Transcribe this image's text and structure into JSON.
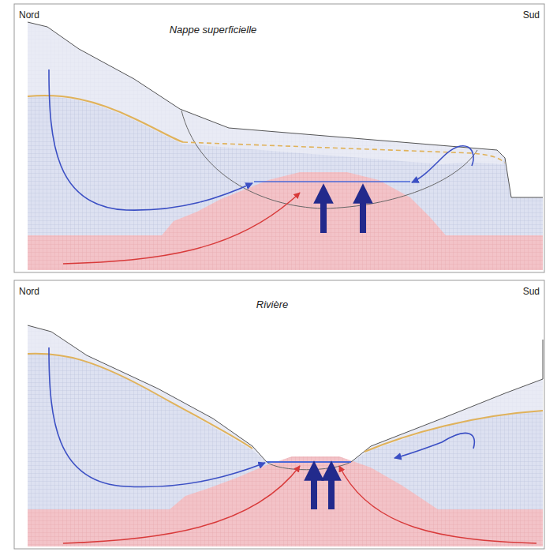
{
  "diagram": {
    "labels": [
      "Nord",
      "Sud",
      "Nappe superficielle",
      "Nord",
      "Sud",
      "Rivière"
    ]
  }
}
